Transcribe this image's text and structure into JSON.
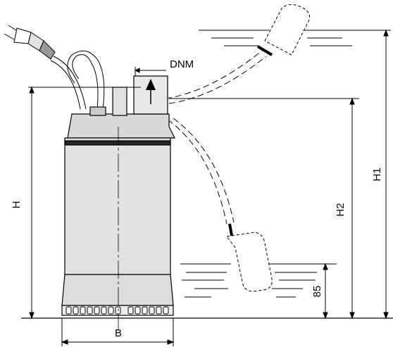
{
  "labels": {
    "dnm": "DNM",
    "h": "H",
    "h1": "H1",
    "h2": "H2",
    "b": "B",
    "dim_85": "85"
  },
  "colors": {
    "line": "#000000",
    "pump_body": "#e2e2e2",
    "background": "#ffffff"
  }
}
